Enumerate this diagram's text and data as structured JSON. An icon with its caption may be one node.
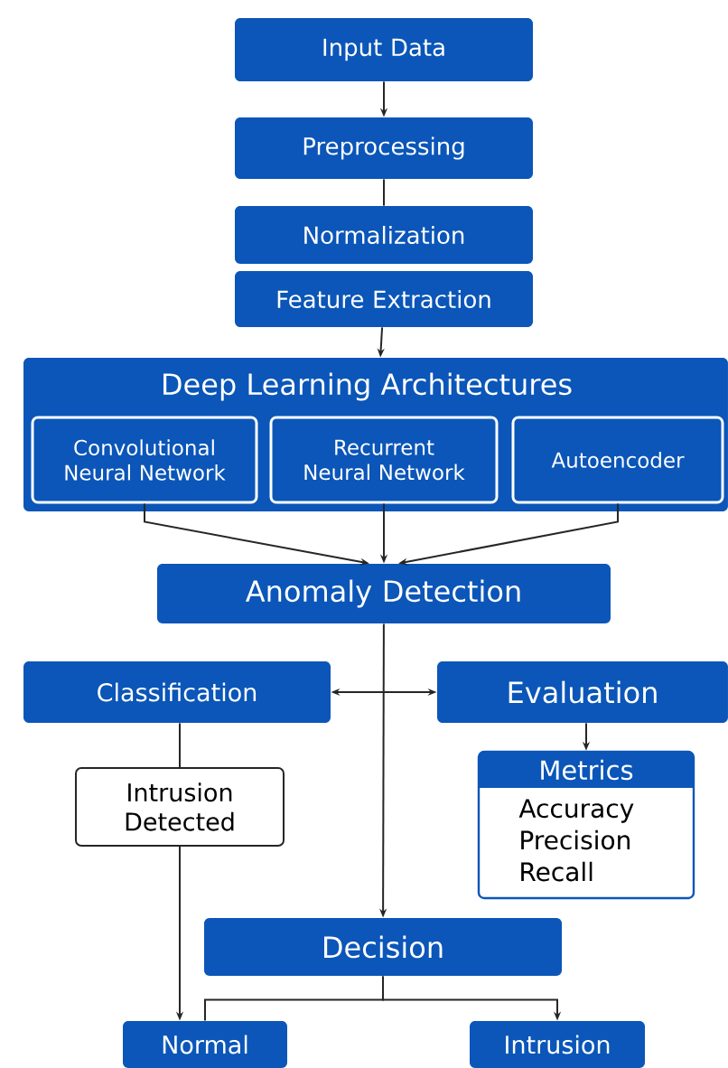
{
  "diagram": {
    "nodes": [
      {
        "text": [
          "Input Data"
        ]
      },
      {
        "text": [
          "Preprocessing"
        ]
      },
      {
        "text": [
          "Normalization"
        ]
      },
      {
        "text": [
          "Feature Extraction"
        ]
      },
      {
        "text": [
          "Deep Learning Architectures"
        ]
      },
      {
        "text": [
          "Convolutional Neural Network"
        ],
        "in": 4
      },
      {
        "text": [
          "Recurrent Neural Network"
        ],
        "in": 4
      },
      {
        "text": [
          "Autoencoder"
        ],
        "in": 4
      },
      {
        "text": [
          "Anomaly Detection"
        ]
      },
      {
        "text": [
          "Classification"
        ]
      },
      {
        "text": [
          "Evaluation"
        ]
      },
      {
        "text": [
          "Intrusion Detected"
        ]
      },
      {
        "text": [
          "Metrics",
          "Accuracy Precision Recall"
        ]
      },
      {
        "text": [
          "Decision"
        ]
      },
      {
        "text": [
          "Normal"
        ]
      },
      {
        "text": [
          "Intrusion"
        ]
      }
    ],
    "edges": [
      {
        "from": 0,
        "to": 1,
        "arrow": "to"
      },
      {
        "from": 1,
        "to": 2,
        "arrow": "none"
      },
      {
        "from": 3,
        "to": 4,
        "arrow": "to"
      },
      {
        "from": 5,
        "to": 8,
        "arrow": "to"
      },
      {
        "from": 6,
        "to": 8,
        "arrow": "to"
      },
      {
        "from": 7,
        "to": 8,
        "arrow": "to"
      },
      {
        "from": 8,
        "to": 13,
        "arrow": "to"
      },
      {
        "from": 9,
        "to": 10,
        "arrow": "both"
      },
      {
        "from": 10,
        "to": 12,
        "arrow": "to"
      },
      {
        "from": 9,
        "to": 11,
        "arrow": "none"
      },
      {
        "from": 11,
        "to": 14,
        "arrow": "to"
      },
      {
        "from": 13,
        "to": 14,
        "arrow": "none"
      },
      {
        "from": 13,
        "to": 15,
        "arrow": "to"
      }
    ]
  }
}
